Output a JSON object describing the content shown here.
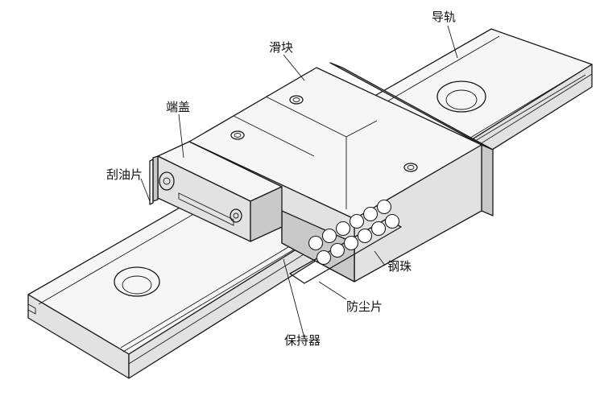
{
  "diagram": {
    "labels": {
      "rail": "导轨",
      "block": "滑块",
      "end_cap": "端盖",
      "wiper": "刮油片",
      "steel_ball": "钢珠",
      "dust_strip": "防尘片",
      "retainer": "保持器"
    },
    "ball_count": 12
  }
}
